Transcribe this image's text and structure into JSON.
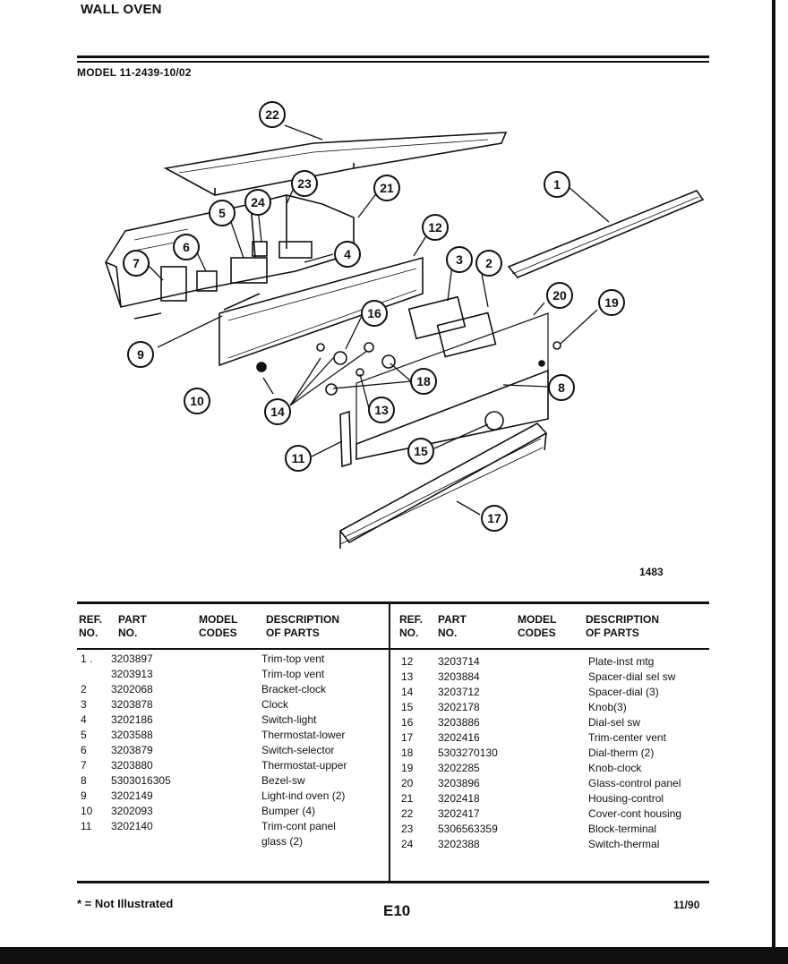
{
  "header": {
    "title": "WALL OVEN",
    "model": "MODEL 11-2439-10/02"
  },
  "figure_number": "1483",
  "callouts": [
    "1",
    "2",
    "3",
    "4",
    "5",
    "6",
    "7",
    "8",
    "9",
    "10",
    "11",
    "12",
    "13",
    "14",
    "15",
    "16",
    "17",
    "18",
    "19",
    "20",
    "21",
    "22",
    "23",
    "24"
  ],
  "table": {
    "headers": {
      "ref": [
        "REF.",
        "NO."
      ],
      "part": [
        "PART",
        "NO."
      ],
      "model": [
        "MODEL",
        "CODES"
      ],
      "desc": [
        "DESCRIPTION",
        "OF PARTS"
      ]
    },
    "left": {
      "ref": [
        "1 .",
        "",
        "2",
        "3",
        "4",
        "5",
        "6",
        "7",
        "8",
        "9",
        "10",
        "11",
        ""
      ],
      "part": [
        "3203897",
        "3203913",
        "3202068",
        "3203878",
        "3202186",
        "3203588",
        "3203879",
        "3203880",
        "5303016305",
        "3202149",
        "3202093",
        "3202140",
        ""
      ],
      "desc": [
        "Trim-top vent",
        "Trim-top vent",
        "Bracket-clock",
        "Clock",
        "Switch-light",
        "Thermostat-lower",
        "Switch-selector",
        "Thermostat-upper",
        "Bezel-sw",
        "Light-ind oven (2)",
        "Bumper (4)",
        "Trim-cont panel",
        "glass (2)"
      ]
    },
    "right": {
      "ref": [
        "12",
        "13",
        "14",
        "15",
        "16",
        "17",
        "18",
        "19",
        "20",
        "21",
        "22",
        "23",
        "24"
      ],
      "part": [
        "3203714",
        "3203884",
        "3203712",
        "3202178",
        "3203886",
        "3202416",
        "5303270130",
        "3202285",
        "3203896",
        "3202418",
        "3202417",
        "5306563359",
        "3202388"
      ],
      "desc": [
        "Plate-inst mtg",
        "Spacer-dial sel sw",
        "Spacer-dial (3)",
        "Knob(3)",
        "Dial-sel sw",
        "Trim-center vent",
        "Dial-therm (2)",
        "Knob-clock",
        "Glass-control panel",
        "Housing-control",
        "Cover-cont housing",
        "Block-terminal",
        "Switch-thermal"
      ]
    }
  },
  "footer": {
    "note": "* = Not Illustrated",
    "page": "E10",
    "date": "11/90"
  }
}
